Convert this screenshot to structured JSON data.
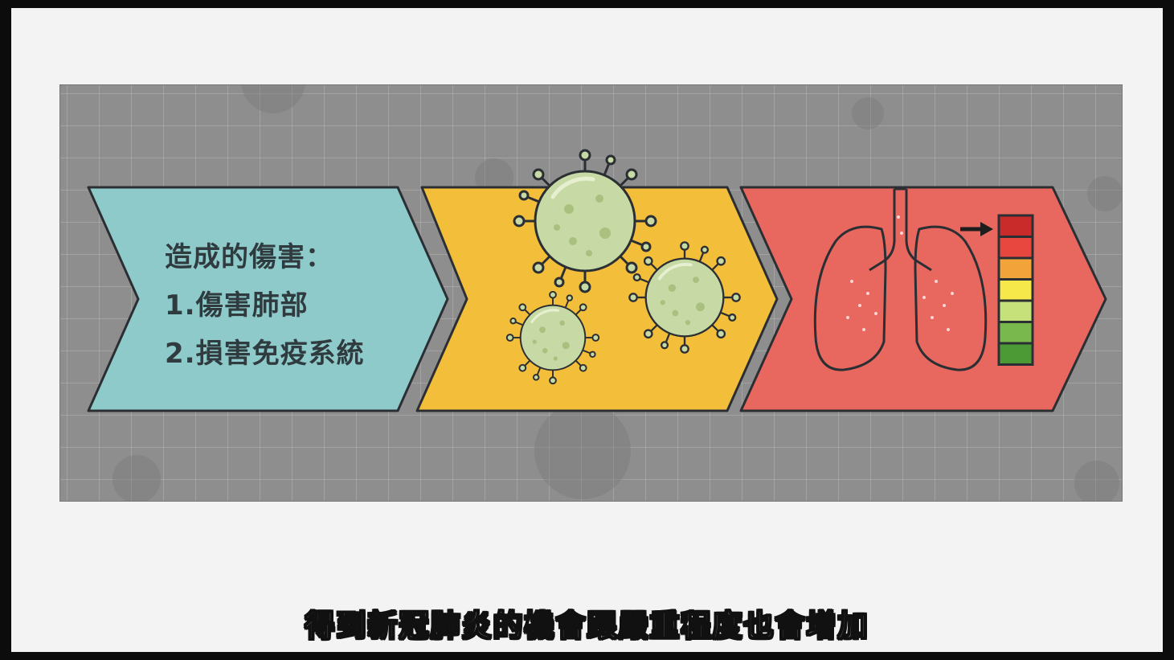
{
  "slide": {
    "heading": "造成的傷害：",
    "items": [
      "1.傷害肺部",
      "2.損害免疫系統"
    ]
  },
  "subtitle": "得到新冠肺炎的機會跟嚴重程度也會增加",
  "colors": {
    "arrow_teal": "#8ecaca",
    "arrow_yellow": "#f3bf3a",
    "arrow_red": "#e8675f",
    "virus_green": "#c7d9a4",
    "outline": "#2b2f33"
  },
  "icons": [
    "virus-icon",
    "lungs-icon",
    "arrow-right-icon",
    "severity-meter-icon"
  ],
  "severity_meter": {
    "segments": [
      "#c92a2a",
      "#e8473f",
      "#f2a33a",
      "#f6e84a",
      "#c6e07a",
      "#78b84c",
      "#4c9a35"
    ]
  }
}
